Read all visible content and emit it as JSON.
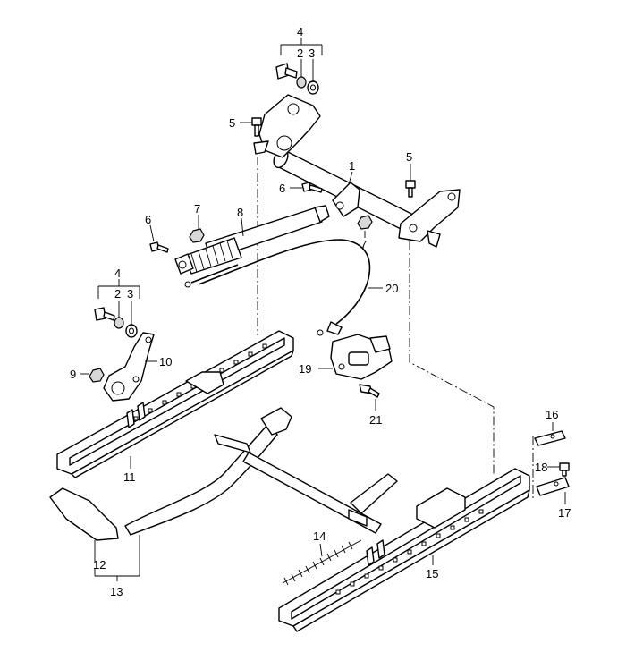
{
  "callouts": {
    "c1": "1",
    "c2a": "2",
    "c3a": "3",
    "c4a": "4",
    "c5a": "5",
    "c5b": "5",
    "c6a": "6",
    "c6b": "6",
    "c7a": "7",
    "c7b": "7",
    "c8": "8",
    "c2b": "2",
    "c3b": "3",
    "c4b": "4",
    "c9": "9",
    "c10": "10",
    "c11": "11",
    "c12": "12",
    "c13": "13",
    "c14": "14",
    "c15": "15",
    "c16": "16",
    "c17": "17",
    "c18": "18",
    "c19": "19",
    "c20": "20",
    "c21": "21"
  }
}
